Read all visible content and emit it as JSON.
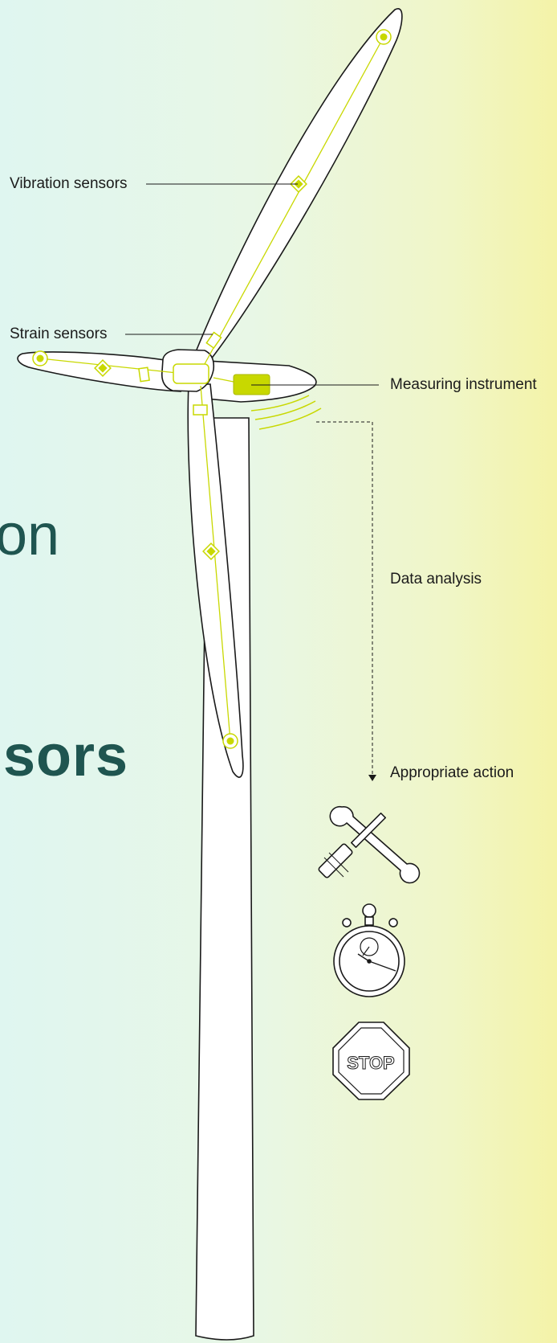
{
  "heading": {
    "line1": "on",
    "line2": "sors"
  },
  "labels": {
    "vibration_sensors": "Vibration sensors",
    "strain_sensors": "Strain sensors",
    "measuring_instrument": "Measuring instrument",
    "data_analysis": "Data analysis",
    "appropriate_action": "Appropriate action"
  },
  "icons": {
    "stop_sign_text": "STOP",
    "action_icons": [
      "wrench-screwdriver-icon",
      "stopwatch-icon",
      "stop-sign-icon"
    ]
  },
  "colors": {
    "accent": "#c8d800",
    "outline": "#1a1a1a",
    "heading": "#1f5550",
    "turbine_fill": "#ffffff"
  }
}
